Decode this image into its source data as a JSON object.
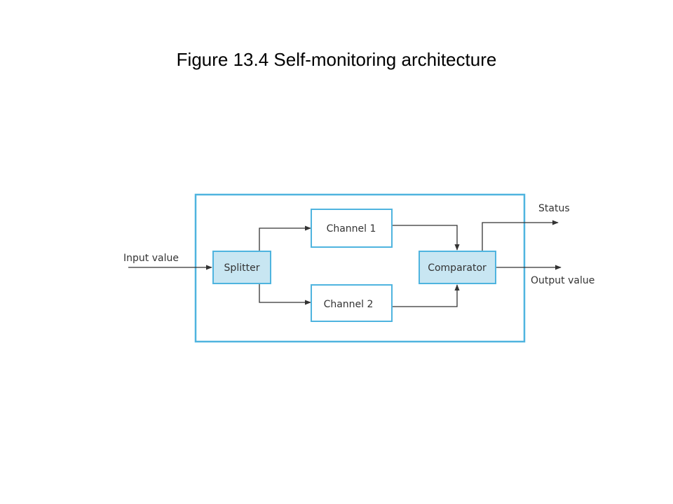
{
  "slide": {
    "title": "Figure 13.4 Self-monitoring architecture"
  },
  "diagram": {
    "input_label": "Input value",
    "splitter_label": "Splitter",
    "channel1_label": "Channel 1",
    "channel2_label": "Channel 2",
    "comparator_label": "Comparator",
    "status_label": "Status",
    "output_label": "Output value",
    "colors": {
      "frame": "#4fb4df",
      "highlight_fill": "#c8e6f2",
      "plain_fill": "#ffffff",
      "arrow": "#333333"
    }
  }
}
